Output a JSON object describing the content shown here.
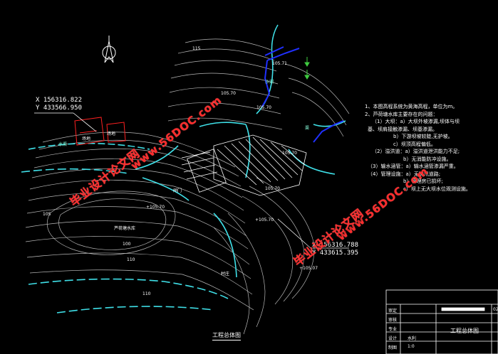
{
  "points": [
    {
      "x_label": "X 156316.822",
      "y_label": "Y 433566.950"
    },
    {
      "x_label": "X 156316.788",
      "y_label": "Y 433615.395"
    }
  ],
  "elevations": {
    "e1": "105.71",
    "e2": "105.70",
    "e3": "+105.70",
    "e4": "105.70",
    "e5": "105.70",
    "e6": "+105.07",
    "e7": "105.70",
    "e8": "+105.70"
  },
  "contours": {
    "c1": "115",
    "c2": "100",
    "c3": "110",
    "c4": "105",
    "c5": "110"
  },
  "map_labels": {
    "pond": "芦荷塘水库",
    "site_l": "场地",
    "site_r": "场地",
    "road_n": "沙湖",
    "road_e": "渠",
    "road_s": "水渠",
    "gate": "闸门",
    "village": "村庄"
  },
  "notes": [
    "1、本图高程系统为黄海高程，单位为m。",
    "2、芦荷塘水库主要存在的问题：",
    "（1）大坝：a）大坝外坡渗漏,坝体与坝",
    "基、坝肩接触渗漏、坝基渗漏。",
    "b）下游坝坡较陡,无护坡。",
    "c）坝顶高程偏低。",
    "（2）溢洪道：a）溢洪道泄洪能力不足;",
    "b）无消能防冲设施。",
    "（3）输水涵管：a）输水涵管渗漏严重。",
    "（4）管理设施：a）无防汛道路;",
    "b）管理房已损坏;",
    "c）坝上无大坝水位观测设施。"
  ],
  "watermarks": {
    "url": "www.56DOC.com",
    "cn": "毕业设计论文网"
  },
  "drawing_title": "工程总体图",
  "title_block": {
    "rows": [
      "审定",
      "审核",
      "专业",
      "设计",
      "制图"
    ],
    "values": [
      "",
      "",
      "",
      "水利",
      "1:0"
    ],
    "drawing_name": "工程总体图",
    "code": "02"
  }
}
